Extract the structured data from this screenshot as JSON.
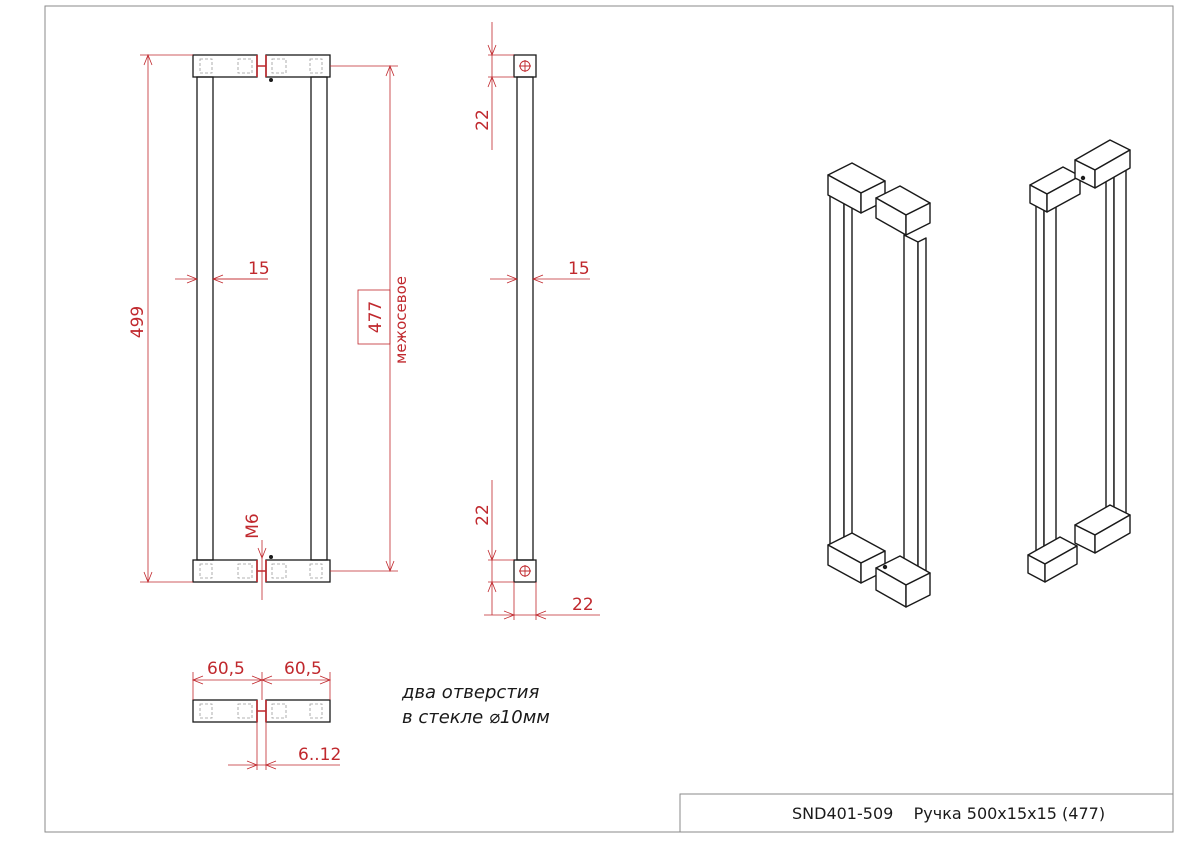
{
  "drawing": {
    "title": "SND401-509    Ручка 500х15х15 (477)",
    "note_line1": "два отверстия",
    "note_line2": "в стекле ⌀10мм"
  },
  "dimensions": {
    "overall_length": "499",
    "center_distance": "477",
    "center_distance_label": "межосевое",
    "tube_width_front": "15",
    "tube_width_side": "15",
    "mount_top": "22",
    "mount_bottom": "22",
    "mount_depth": "22",
    "thread": "М6",
    "mount_len_left": "60,5",
    "mount_len_right": "60,5",
    "glass_thickness": "6..12"
  },
  "colors": {
    "line": "#1a1a1a",
    "dimension": "#c0282d",
    "hidden": "#9a9a9a"
  }
}
